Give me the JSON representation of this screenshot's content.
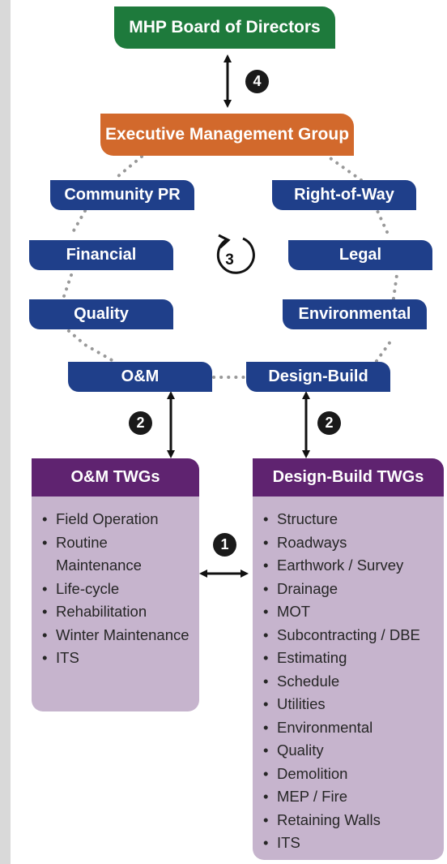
{
  "board": {
    "label": "MHP Board of Directors"
  },
  "executive": {
    "label": "Executive Management Group"
  },
  "left_nodes": [
    {
      "label": "Community PR"
    },
    {
      "label": "Financial"
    },
    {
      "label": "Quality"
    },
    {
      "label": "O&M"
    }
  ],
  "right_nodes": [
    {
      "label": "Right-of-Way"
    },
    {
      "label": "Legal"
    },
    {
      "label": "Environmental"
    },
    {
      "label": "Design-Build"
    }
  ],
  "badges": {
    "board_exec": "4",
    "cycle": "3",
    "om_link": "2",
    "db_link": "2",
    "twg_link": "1"
  },
  "om_twgs": {
    "title": "O&M TWGs",
    "items": [
      "Field Operation",
      "Routine Maintenance",
      "Life-cycle",
      "Rehabilitation",
      "Winter Maintenance",
      "ITS"
    ]
  },
  "db_twgs": {
    "title": "Design-Build TWGs",
    "items": [
      "Structure",
      "Roadways",
      "Earthwork / Survey",
      "Drainage",
      "MOT",
      "Subcontracting / DBE",
      "Estimating",
      "Schedule",
      "Utilities",
      "Environmental",
      "Quality",
      "Demolition",
      "MEP / Fire",
      "Retaining Walls",
      "ITS"
    ]
  },
  "colors": {
    "board": "#1e7a3c",
    "executive": "#d2692c",
    "node": "#1f3f8a",
    "twg_header": "#5f2370",
    "twg_body": "#c6b4cd",
    "badge": "#1a1a1a",
    "sidebar": "#d9d9d9"
  }
}
